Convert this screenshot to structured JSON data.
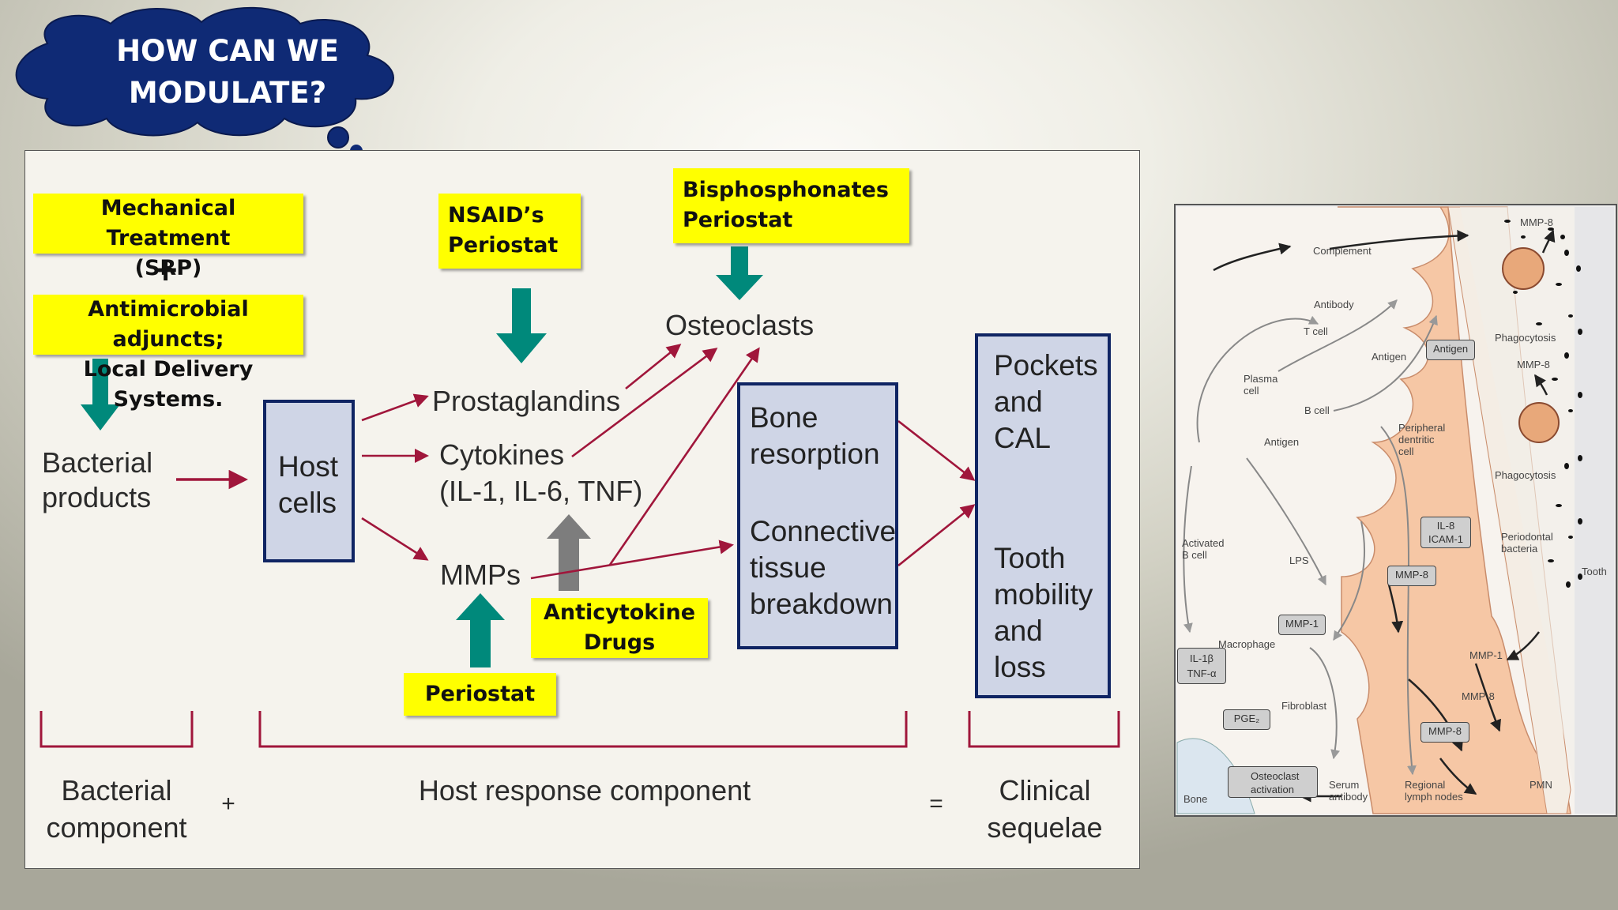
{
  "cloud": {
    "line1": "HOW CAN WE",
    "line2": "MODULATE?"
  },
  "colors": {
    "navy": "#0f2463",
    "teal": "#00897b",
    "crimson": "#a0163b",
    "yellow": "#ffff00",
    "box_fill": "#cfd5e6"
  },
  "treatments": {
    "mechanical_1": "Mechanical Treatment",
    "mechanical_2": "(SRP)",
    "plus": "+",
    "antimicrobial_1": "Antimicrobial adjuncts;",
    "antimicrobial_2": "Local Delivery Systems.",
    "nsaid_1": "NSAID’s",
    "nsaid_2": "Periostat",
    "bisphos_1": "Bisphosphonates",
    "bisphos_2": "Periostat",
    "anticytokine_1": "Anticytokine",
    "anticytokine_2": "Drugs",
    "periostat": "Periostat"
  },
  "flow": {
    "bacterial_1": "Bacterial",
    "bacterial_2": "products",
    "host_1": "Host",
    "host_2": "cells",
    "prostaglandins": "Prostaglandins",
    "cytokines_1": "Cytokines",
    "cytokines_2": "(IL-1, IL-6, TNF)",
    "mmps": "MMPs",
    "osteoclasts": "Osteoclasts",
    "bone_1": "Bone",
    "bone_2": "resorption",
    "conn_1": "Connective",
    "conn_2": "tissue",
    "conn_3": "breakdown",
    "pockets_1": "Pockets",
    "pockets_2": "and",
    "pockets_3": "CAL",
    "tooth_1": "Tooth",
    "tooth_2": "mobility",
    "tooth_3": "and",
    "tooth_4": "loss"
  },
  "bottom": {
    "bact_1": "Bacterial",
    "bact_2": "component",
    "plus": "+",
    "host": "Host response component",
    "equals": "=",
    "clin_1": "Clinical",
    "clin_2": "sequelae"
  },
  "schematic": {
    "complement": "Complement",
    "antibody": "Antibody",
    "t_cell": "T cell",
    "antigen_top": "Antigen",
    "antigen_box": "Antigen",
    "plasma_1": "Plasma",
    "plasma_2": "cell",
    "b_cell": "B cell",
    "antigen_left": "Antigen",
    "peripheral_1": "Peripheral",
    "peripheral_2": "dentritic",
    "peripheral_3": "cell",
    "activated_1": "Activated",
    "activated_2": "B cell",
    "lps": "LPS",
    "il8_1": "IL-8",
    "il8_2": "ICAM-1",
    "mmp8_a": "MMP-8",
    "mmp1_box": "MMP-1",
    "macrophage": "Macrophage",
    "il1_1": "IL-1β",
    "il1_2": "TNF-α",
    "fibroblast": "Fibroblast",
    "pge2": "PGE₂",
    "osteo_1": "Osteoclast",
    "osteo_2": "activation",
    "bone": "Bone",
    "serum_1": "Serum",
    "serum_2": "antibody",
    "regional_1": "Regional",
    "regional_2": "lymph nodes",
    "mmp8_b": "MMP-8",
    "pmn": "PMN",
    "mmp8_top": "MMP-8",
    "phago_1": "Phagocytosis",
    "mmp8_mid": "MMP-8",
    "phago_2": "Phagocytosis",
    "perio_1": "Periodontal",
    "perio_2": "bacteria",
    "tooth": "Tooth",
    "mmp1_free": "MMP-1",
    "mmp8_free": "MMP-8"
  }
}
